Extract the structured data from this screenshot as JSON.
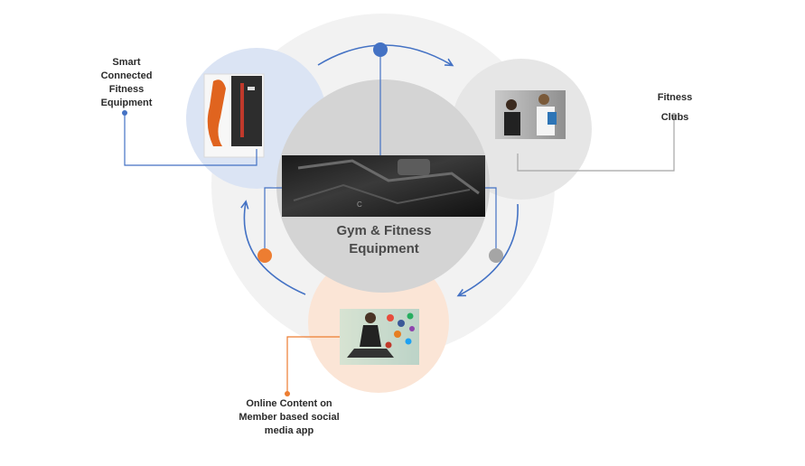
{
  "diagram": {
    "center": {
      "title": "Gym & Fitness\nEquipment"
    },
    "nodes": [
      {
        "id": "smart",
        "label": "Smart\nConnected\nFitness\nEquipment"
      },
      {
        "id": "clubs",
        "label": "Fitness\nClubs"
      },
      {
        "id": "online",
        "label": "Online Content on\nMember based social\nmedia app"
      }
    ],
    "colors": {
      "outer_ring": "#f2f2f2",
      "center_circle": "#d4d4d4",
      "smart_circle": "#dbe4f4",
      "clubs_circle": "#e9e9e9",
      "online_circle": "#fbe5d6",
      "blue_accent": "#4472c4",
      "orange_accent": "#ed7d31",
      "gray_accent": "#a5a5a5"
    }
  }
}
